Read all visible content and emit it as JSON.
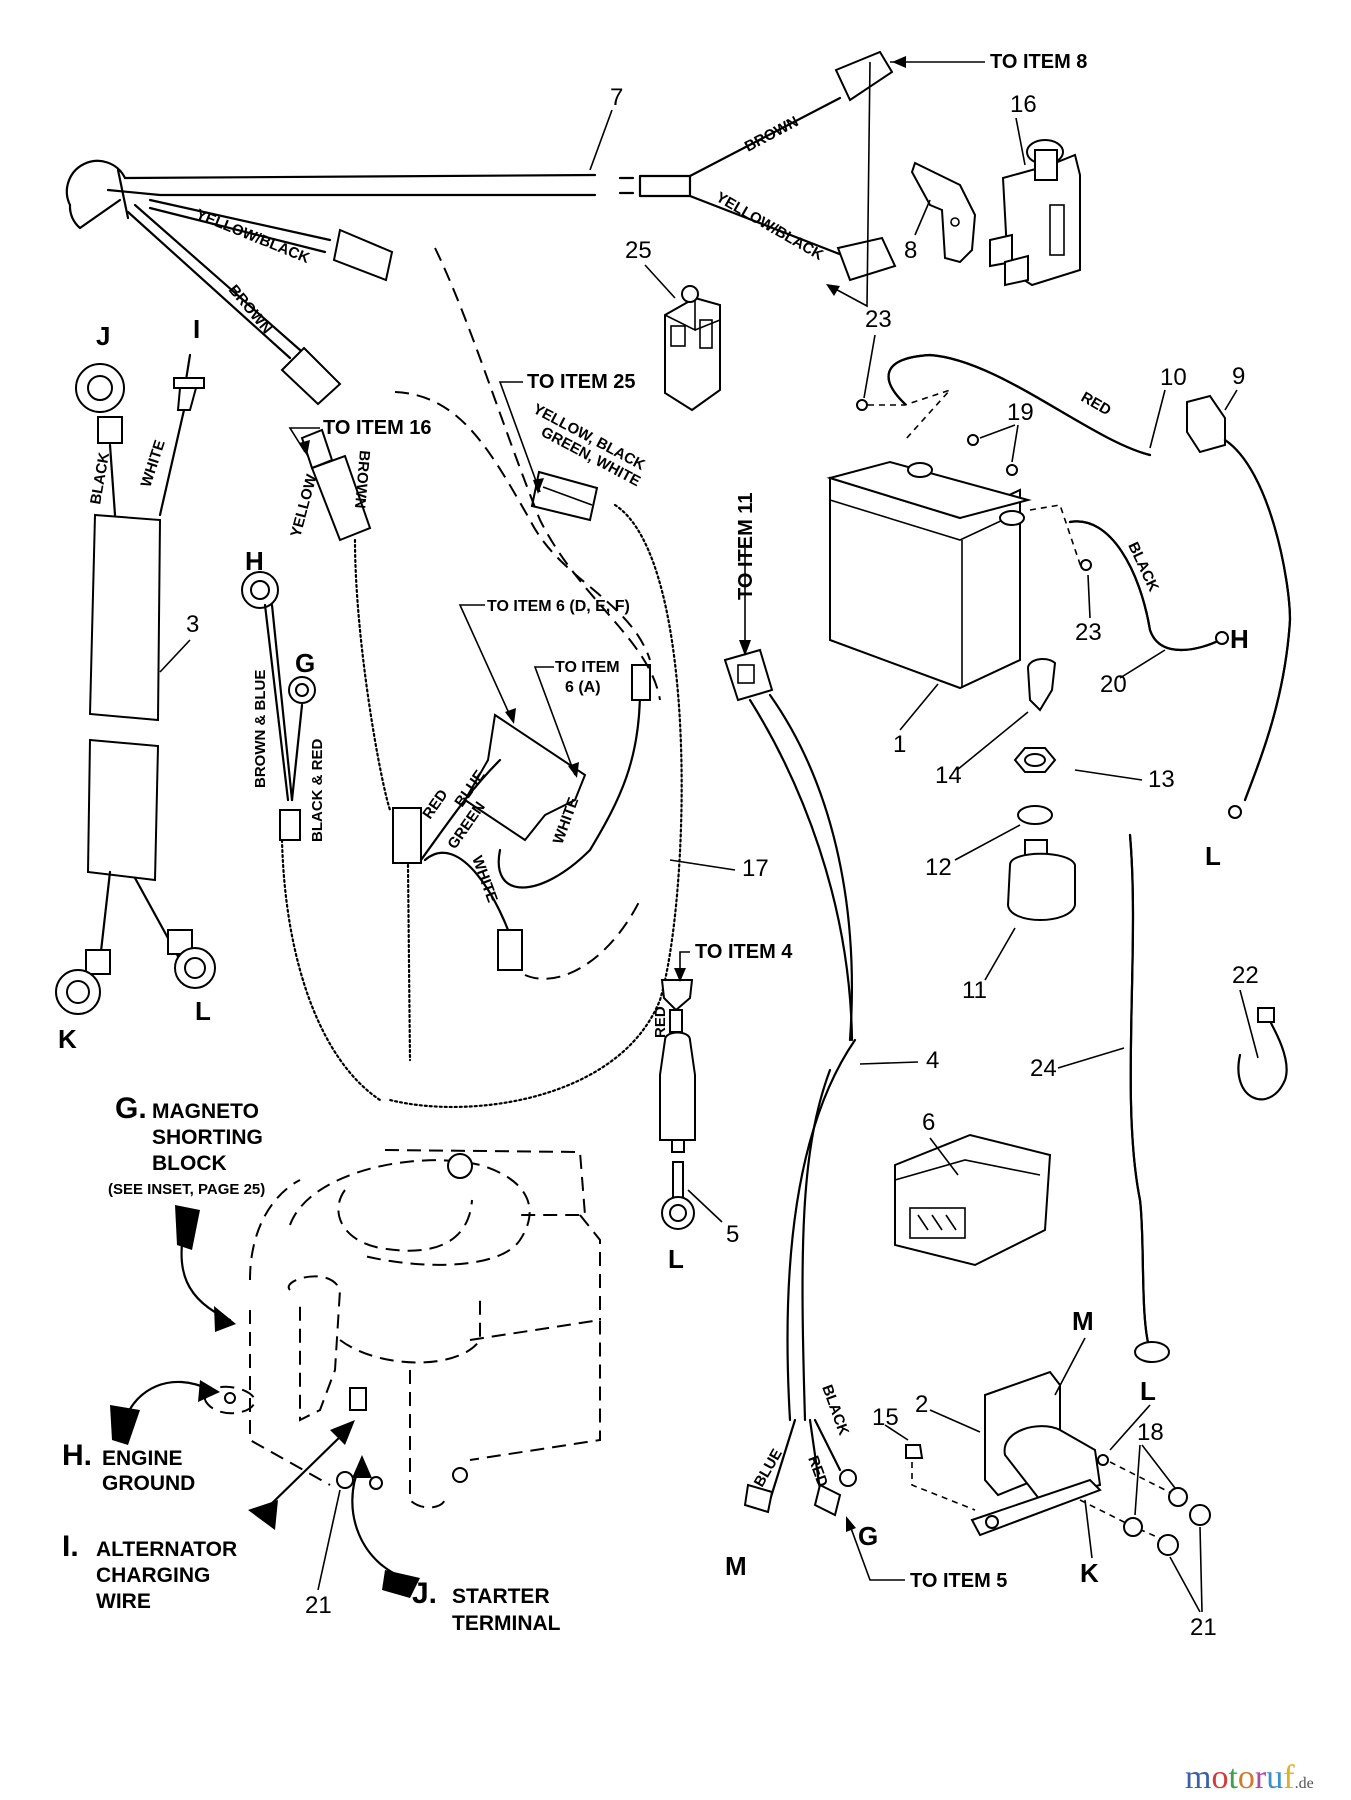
{
  "diagram": {
    "title": "Electrical wiring harness parts diagram",
    "callouts": {
      "to_item_8": "TO ITEM 8",
      "to_item_25": "TO ITEM 25",
      "to_item_16": "TO ITEM 16",
      "to_item_11": "TO ITEM 11",
      "to_item_6_def": "TO ITEM 6 (D, E, F)",
      "to_item_6_a_line1": "TO ITEM",
      "to_item_6_a_line2": "6 (A)",
      "to_item_4": "TO ITEM 4",
      "to_item_5": "TO ITEM 5"
    },
    "wire_labels": {
      "brown_top": "BROWN",
      "yellow_black_top": "YELLOW/BLACK",
      "yellow_black_left": "YELLOW/BLACK",
      "brown_left": "BROWN",
      "black_j": "BLACK",
      "white_i": "WHITE",
      "yellow_16": "YELLOW",
      "brown_16": "BROWN",
      "item25_line1": "YELLOW, BLACK",
      "item25_line2": "GREEN, WHITE",
      "brown_blue": "BROWN & BLUE",
      "black_red": "BLACK & RED",
      "red_6": "RED",
      "blue_6": "BLUE",
      "green_6": "GREEN",
      "white_6a": "WHITE",
      "white_6b": "WHITE",
      "red_10": "RED",
      "black_20": "BLACK",
      "red_5": "RED",
      "blue_4": "BLUE",
      "red_4": "RED",
      "black_4": "BLACK"
    },
    "terminal_letters": {
      "j": "J",
      "i": "I",
      "h_left": "H",
      "g_left": "G",
      "k_left": "K",
      "l_left": "L",
      "h_battery": "H",
      "l_right": "L",
      "l_item5": "L",
      "g_item4": "G",
      "m_item4": "M",
      "m_solenoid": "M",
      "l_solenoid": "L",
      "k_solenoid": "K"
    },
    "part_numbers": {
      "p1": "1",
      "p2": "2",
      "p3": "3",
      "p4": "4",
      "p5": "5",
      "p6": "6",
      "p7": "7",
      "p8": "8",
      "p9": "9",
      "p10": "10",
      "p11": "11",
      "p12": "12",
      "p13": "13",
      "p14": "14",
      "p15": "15",
      "p16": "16",
      "p17": "17",
      "p18": "18",
      "p19": "19",
      "p20": "20",
      "p21_engine": "21",
      "p21_right": "21",
      "p22": "22",
      "p23_top": "23",
      "p23_bottom": "23",
      "p24": "24",
      "p25": "25"
    },
    "engine_notes": {
      "g_letter": "G.",
      "g_line1": "MAGNETO",
      "g_line2": "SHORTING",
      "g_line3": "BLOCK",
      "g_line4": "(SEE INSET, PAGE 25)",
      "h_letter": "H.",
      "h_line1": "ENGINE",
      "h_line2": "GROUND",
      "i_letter": "I.",
      "i_line1": "ALTERNATOR",
      "i_line2": "CHARGING",
      "i_line3": "WIRE",
      "j_letter": "J.",
      "j_line1": "STARTER",
      "j_line2": "TERMINAL"
    },
    "watermark": {
      "letters": [
        "m",
        "o",
        "t",
        "o",
        "r",
        "u",
        "f"
      ],
      "colors": [
        "#3b5fa8",
        "#d03a3a",
        "#3aa04a",
        "#d07a2a",
        "#b04aa0",
        "#3b8fd0",
        "#e0b020"
      ],
      "suffix": ".de"
    }
  }
}
